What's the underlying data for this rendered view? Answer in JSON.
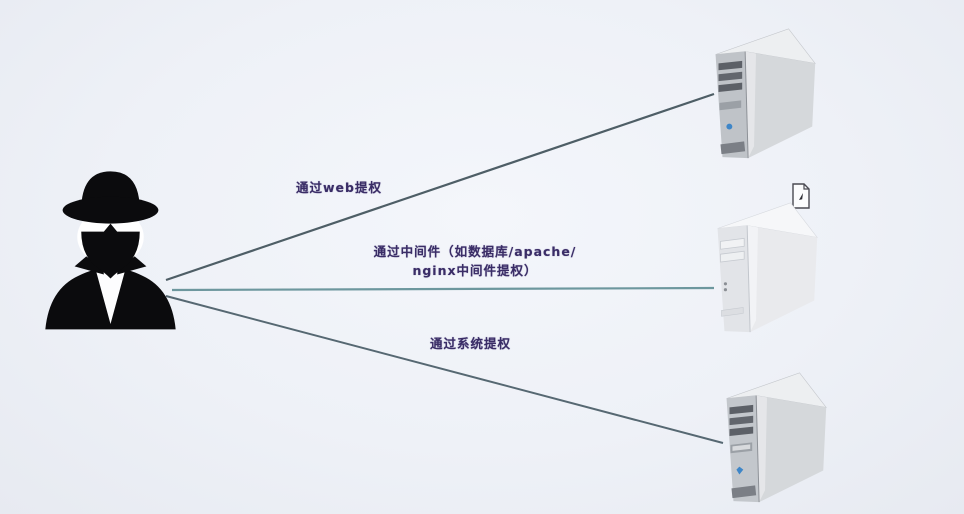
{
  "background_color": "#eef1f7",
  "label_color": "#3a2d66",
  "attacker": {
    "icon": "spy-hacker-icon"
  },
  "servers": [
    {
      "id": "top",
      "icon": "server-tower-icon"
    },
    {
      "id": "middle",
      "icon": "server-tower-icon",
      "badge_icon": "document-icon"
    },
    {
      "id": "bottom",
      "icon": "server-tower-icon"
    }
  ],
  "connections": [
    {
      "label": "通过web提权",
      "line_color": "#4e5e66"
    },
    {
      "label_line1": "通过中间件（如数据库/apache/",
      "label_line2": "nginx中间件提权）",
      "line_color": "#6d979e"
    },
    {
      "label": "通过系统提权",
      "line_color": "#566872"
    }
  ]
}
